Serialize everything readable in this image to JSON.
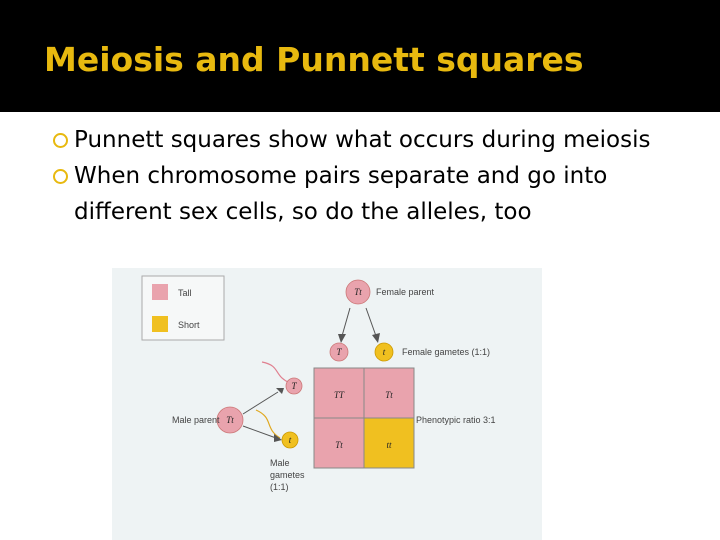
{
  "slide": {
    "title": "Meiosis and Punnett squares",
    "bullets": [
      "Punnett squares show what occurs during meiosis",
      "When chromosome pairs separate and go into different sex cells, so do the alleles, too"
    ]
  },
  "figure": {
    "legend": {
      "tall": "Tall",
      "short": "Short"
    },
    "female_parent": {
      "genotype": "Tt",
      "label": "Female parent"
    },
    "female_gametes": {
      "alleles": [
        "T",
        "t"
      ],
      "label": "Female gametes (1:1)"
    },
    "male_parent": {
      "genotype": "Tt",
      "label": "Male parent"
    },
    "male_gametes": {
      "alleles": [
        "T",
        "t"
      ],
      "label": "Male gametes (1:1)"
    },
    "grid": [
      "TT",
      "Tt",
      "Tt",
      "tt"
    ],
    "phenotypic_ratio": "Phenotypic ratio 3:1",
    "colors": {
      "tall": "#e9a3ad",
      "short": "#f0c020",
      "background": "#eef3f4",
      "title": "#e8b90f"
    }
  }
}
